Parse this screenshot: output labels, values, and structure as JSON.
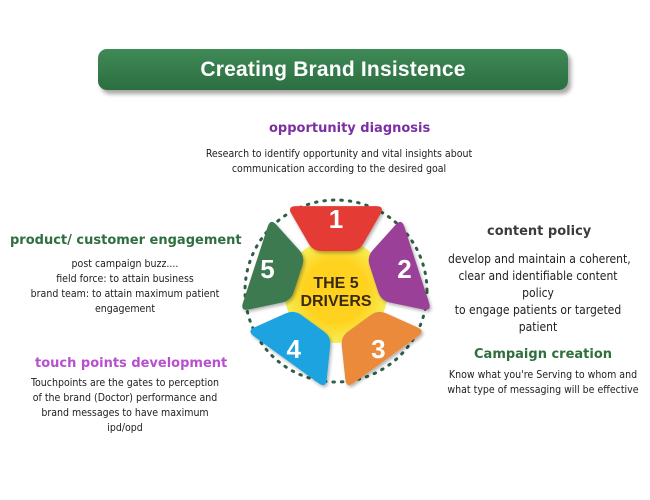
{
  "title": "Creating Brand Insistence",
  "center": {
    "line1": "THE 5",
    "line2": "DRIVERS"
  },
  "segments": [
    {
      "number": "1",
      "color": "#e53a35"
    },
    {
      "number": "2",
      "color": "#9b3f98"
    },
    {
      "number": "3",
      "color": "#ec8a3a"
    },
    {
      "number": "4",
      "color": "#1aa3e0"
    },
    {
      "number": "5",
      "color": "#3d7a4f"
    }
  ],
  "colors": {
    "title_banner": "#2c6e40",
    "center_glow": "#f6ee55",
    "center_core": "#ffd21f",
    "dotted_ring": "#2e5e45"
  },
  "drivers": {
    "opportunity": {
      "heading": "opportunity diagnosis",
      "heading_color": "#7b2fa3",
      "lines": [
        "Research to identify opportunity and vital insights about",
        "communication according to the desired goal"
      ]
    },
    "product": {
      "heading": "product/ customer engagement",
      "heading_color": "#2f6f3e",
      "lines": [
        "post campaign buzz....",
        "field force: to attain business",
        "brand team: to attain maximum patient",
        "engagement"
      ]
    },
    "content": {
      "heading": "content policy",
      "heading_color": "#3c3c3c",
      "lines": [
        "develop and maintain a coherent,",
        "clear and identifiable content",
        "policy",
        "to engage patients or targeted",
        "patient"
      ]
    },
    "campaign": {
      "heading": "Campaign creation",
      "heading_color": "#2f6f3e",
      "lines": [
        "Know what you're Serving to whom and",
        "what type of messaging will be effective"
      ]
    },
    "touch": {
      "heading": "touch points development",
      "heading_color": "#b74fd0",
      "lines": [
        "Touchpoints are the gates to perception",
        "of the brand (Doctor) performance and",
        "brand messages to have maximum",
        "ipd/opd"
      ]
    }
  }
}
